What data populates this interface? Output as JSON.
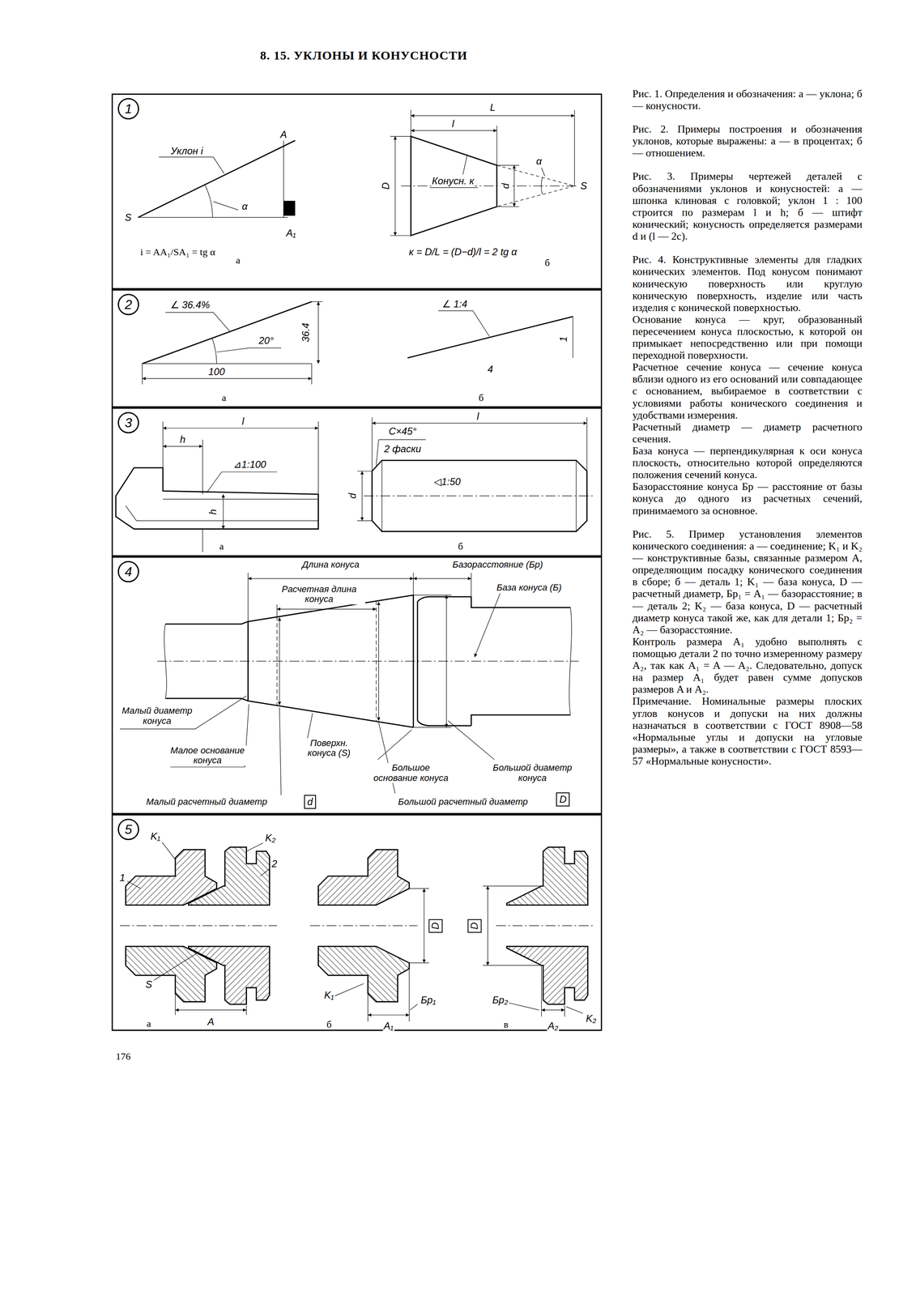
{
  "diagram": {
    "title": "8. 15. УКЛОНЫ И КОНУСНОСТИ",
    "nodes": [
      {
        "text": [
          "1"
        ]
      },
      {
        "text": [
          "2"
        ]
      },
      {
        "text": [
          "3"
        ]
      },
      {
        "text": [
          "4"
        ]
      },
      {
        "text": [
          "5"
        ]
      },
      {
        "text": [
          "d"
        ],
        "in": 3
      },
      {
        "text": [
          "D"
        ],
        "in": 3
      },
      {
        "text": [
          "D"
        ],
        "in": 4
      },
      {
        "text": [
          "D"
        ],
        "in": 4
      }
    ],
    "labels": [
      "Уклон i",
      "A",
      "α",
      "S",
      "A₁",
      "i = AA₁/SA₁ = tg α",
      "а",
      "L",
      "l",
      "D",
      "Конусн. к",
      "d",
      "α",
      "S",
      "к = D/L = (D−d)/l = 2 tg α",
      "б",
      "∠ 36.4%",
      "20°",
      "36.4",
      "100",
      "а",
      "∠ 1:4",
      "1",
      "4",
      "б",
      "l",
      "h",
      "⊿1:100",
      "h",
      "а",
      "l",
      "C×45°",
      "2 фаски",
      "d",
      "◁1:50",
      "б",
      "Длина конуса",
      "Базорасстояние (Бр)",
      "Расчетная длина конуса",
      "База конуса (Б)",
      "Малый диаметр конуса",
      "Малое основание конуса",
      "Поверхн. конуса (S)",
      "Большое основание конуса",
      "Большой диаметр конуса",
      "Малый расчетный диаметр",
      "Большой расчетный диаметр",
      "K₁",
      "K₂",
      "1",
      "2",
      "S",
      "A",
      "а",
      "K₁",
      "Бр₁",
      "A₁",
      "б",
      "Бр₂",
      "A₂",
      "K₂",
      "в",
      "176",
      "Рис. 1. Определения и обозначения: а — уклона; б — конусности.",
      "Рис. 2. Примеры построения и обозначения уклонов, которые выражены: а — в процентах; б — отношением.",
      "Рис. 3. Примеры чертежей деталей с обозначениями уклонов и конусностей: а — шпонка клиновая с головкой; уклон 1 : 100 строится по размерам l и h; б — штифт конический; конусность определяется размерами d и (l — 2c).",
      "Рис. 4. Конструктивные элементы для гладких конических элементов. Под конусом понимают коническую поверхность или круглую коническую поверхность, изделие или часть изделия с конической поверхностью.",
      "Основание конуса — круг, образованный пересечением конуса плоскостью, к которой он примыкает непосредственно или при помощи переходной поверхности.",
      "Расчетное сечение конуса — сечение конуса вблизи одного из его оснований или совпадающее с основанием, выбираемое в соответствии с условиями работы конического соединения и удобствами измерения.",
      "Расчетный диаметр — диаметр расчетного сечения.",
      "База конуса — перпендикулярная к оси конуса плоскость, относительно которой определяются положения сечений конуса.",
      "Базорасстояние конуса Бр — расстояние от базы конуса до одного из расчетных сечений, принимаемого за основное.",
      "Рис. 5. Пример установления элементов конического соединения: а — соединение; K₁ и K₂ — конструктивные базы, связанные размером A, определяющим посадку конического соединения в сборе; б — деталь 1; K₁ — база конуса, D — расчетный диаметр, Бр₁ = A₁ — базорасстояние; в — деталь 2; K₂ — база конуса, D — расчетный диаметр конуса такой же, как для детали 1; Бр₂ = A₂ — базорасстояние.",
      "Контроль размера A₁ удобно выполнять с помощью детали 2 по точно измеренному размеру A₂, так как A₁ = A — A₂. Следовательно, допуск на размер A₁ будет равен сумме допусков размеров A и A₂.",
      "Примечание. Номинальные размеры плоских углов конусов и допуски на них должны назначаться в соответствии с ГОСТ 8908—58 «Нормальные углы и допуски на угловые размеры», а также в соответствии с ГОСТ 8593—57 «Нормальные конусности»."
    ]
  }
}
